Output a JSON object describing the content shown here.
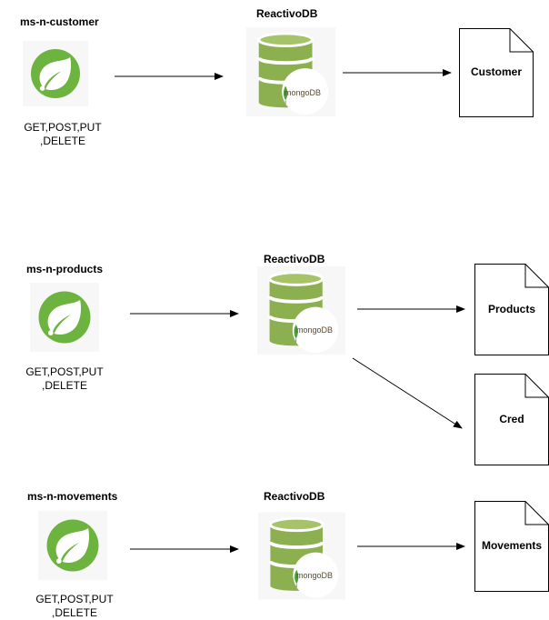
{
  "accent_color": "#6db33f",
  "db_color": "#8caf4f",
  "rows": [
    {
      "service_name": "ms-n-customer",
      "service_icon": "spring-leaf-icon",
      "methods_line1": "GET,POST,PUT",
      "methods_line2": ",DELETE",
      "db_title": "ReactivoDB",
      "db_icon": "mongodb-database-icon",
      "db_logo_text": "mongoDB",
      "collections": [
        "Customer"
      ]
    },
    {
      "service_name": "ms-n-products",
      "service_icon": "spring-leaf-icon",
      "methods_line1": "GET,POST,PUT",
      "methods_line2": ",DELETE",
      "db_title": "ReactivoDB",
      "db_icon": "mongodb-database-icon",
      "db_logo_text": "mongoDB",
      "collections": [
        "Products",
        "Cred"
      ]
    },
    {
      "service_name": "ms-n-movements",
      "service_icon": "spring-leaf-icon",
      "methods_line1": "GET,POST,PUT",
      "methods_line2": ",DELETE",
      "db_title": "ReactivoDB",
      "db_icon": "mongodb-database-icon",
      "db_logo_text": "mongoDB",
      "collections": [
        "Movements"
      ]
    }
  ]
}
